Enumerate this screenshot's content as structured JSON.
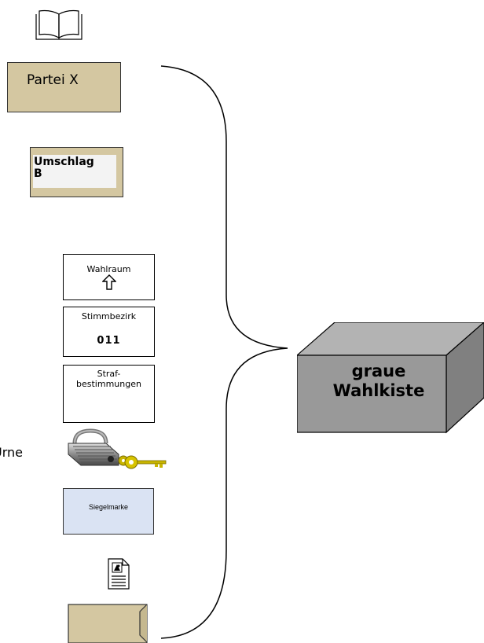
{
  "cards": {
    "partei": "Partei X",
    "umschlag": "Umschlag\nB"
  },
  "signs": {
    "wahlraum": "Wahlraum",
    "stimmbezirk_label": "Stimmbezirk",
    "stimmbezirk_number": "011",
    "strafbestimmungen": "Straf-\nbestimmungen"
  },
  "side_label": "Urne",
  "siegelmarke": "Siegelmarke",
  "box": {
    "label": "graue\nWahlkiste"
  },
  "colors": {
    "card_fill": "#d4c7a1",
    "siegel_fill": "#dae3f3",
    "box_front": "#999999",
    "box_top": "#b3b3b3",
    "box_side": "#808080",
    "key": "#c8b400"
  },
  "icons": [
    "book-icon",
    "up-arrow-icon",
    "padlock-icon",
    "key-icon",
    "document-icon",
    "envelope-icon"
  ]
}
